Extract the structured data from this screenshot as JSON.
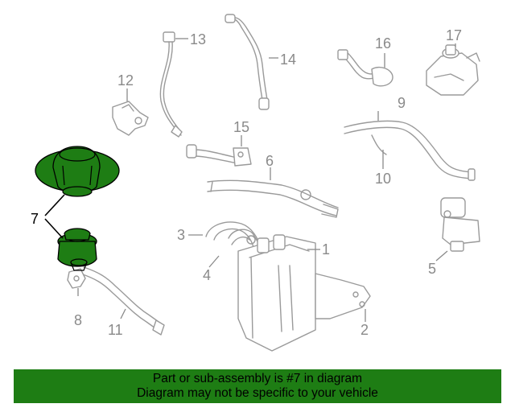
{
  "callouts": {
    "c1": "1",
    "c2": "2",
    "c3": "3",
    "c4": "4",
    "c5": "5",
    "c6": "6",
    "c7": "7",
    "c8": "8",
    "c9": "9",
    "c10": "10",
    "c11": "11",
    "c12": "12",
    "c13": "13",
    "c14": "14",
    "c15": "15",
    "c16": "16",
    "c17": "17"
  },
  "highlighted_part": "7",
  "colors": {
    "highlight": "#1e7d14",
    "outline": "#9a9a9a",
    "banner": "#1e7d14"
  },
  "banner": {
    "line1": "Part or sub-assembly is #7 in diagram",
    "line2": "Diagram may not be specific to your vehicle"
  }
}
